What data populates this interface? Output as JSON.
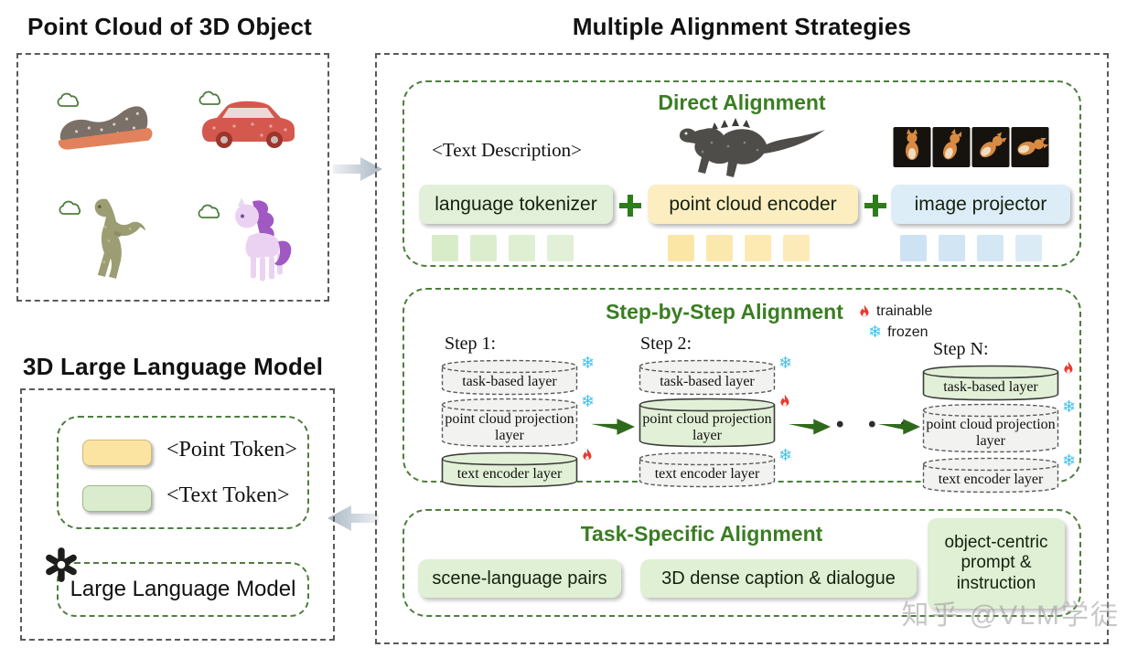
{
  "left_top": {
    "title": "Point Cloud of 3D Object",
    "objects": [
      "sneaker point cloud",
      "car point cloud",
      "dinosaur point cloud",
      "pony point cloud"
    ]
  },
  "left_bottom": {
    "title": "3D Large Language Model",
    "tokens": [
      {
        "label": "<Point Token>",
        "swatch_color": "#fbe3a1"
      },
      {
        "label": "<Text Token>",
        "swatch_color": "#daeccd"
      }
    ],
    "llm_label": "Large Language Model"
  },
  "right": {
    "title": "Multiple Alignment Strategies",
    "direct": {
      "title": "Direct Alignment",
      "text_description": "<Text Description>",
      "modules": [
        {
          "label": "language tokenizer",
          "color": "#e2f0d9"
        },
        {
          "label": "point cloud encoder",
          "color": "#fdeec2"
        },
        {
          "label": "image projector",
          "color": "#ddedf8"
        }
      ]
    },
    "step": {
      "title": "Step-by-Step Alignment",
      "legend": [
        {
          "icon": "flame",
          "label": "trainable"
        },
        {
          "icon": "snowflake",
          "label": "frozen"
        }
      ],
      "ellipsis": "• • •",
      "steps": [
        {
          "label": "Step 1:",
          "layers": [
            {
              "label": "task-based layer",
              "state": "frozen"
            },
            {
              "label": "point cloud projection layer",
              "state": "frozen"
            },
            {
              "label": "text encoder layer",
              "state": "trainable"
            }
          ]
        },
        {
          "label": "Step 2:",
          "layers": [
            {
              "label": "task-based layer",
              "state": "frozen"
            },
            {
              "label": "point cloud projection layer",
              "state": "trainable"
            },
            {
              "label": "text encoder layer",
              "state": "frozen"
            }
          ]
        },
        {
          "label": "Step N:",
          "layers": [
            {
              "label": "task-based layer",
              "state": "trainable"
            },
            {
              "label": "point cloud projection layer",
              "state": "frozen"
            },
            {
              "label": "text encoder layer",
              "state": "frozen"
            }
          ]
        }
      ]
    },
    "task": {
      "title": "Task-Specific Alignment",
      "boxes": [
        {
          "label": "scene-language pairs"
        },
        {
          "label": "3D dense caption & dialogue"
        },
        {
          "label": "object-centric prompt & instruction"
        }
      ]
    }
  },
  "watermark": "知乎 @VLM学徒",
  "colors": {
    "heading_green": "#3a7d22",
    "dashed_green_border": "#4e7e3e",
    "dashed_gray_border": "#5a5a5a",
    "module_green": "#e2f0d9",
    "module_yellow": "#fdeec2",
    "module_blue": "#ddedf8",
    "arrow_green": "#2f6a1c",
    "flame_red": "#e8392f",
    "snow_blue": "#45c0ee"
  }
}
